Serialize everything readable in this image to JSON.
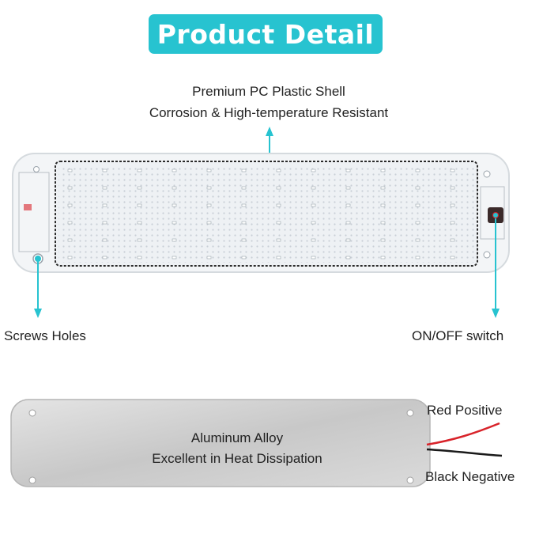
{
  "banner": {
    "title": "Product Detail"
  },
  "callouts": {
    "shell_line1": "Premium PC Plastic Shell",
    "shell_line2": "Corrosion & High-temperature Resistant",
    "screws": "Screws Holes",
    "switch": "ON/OFF switch",
    "alu_line1": "Aluminum Alloy",
    "alu_line2": "Excellent in Heat Dissipation",
    "red_wire": "Red Positive",
    "black_wire": "Black Negative"
  },
  "colors": {
    "accent": "#27c3d0",
    "aluminum": "#cfcfcf",
    "wire_red": "#d8232a",
    "wire_black": "#1a1a1a"
  },
  "icons": [
    "led-panel-icon",
    "aluminum-backplate-icon",
    "arrow-icon"
  ]
}
